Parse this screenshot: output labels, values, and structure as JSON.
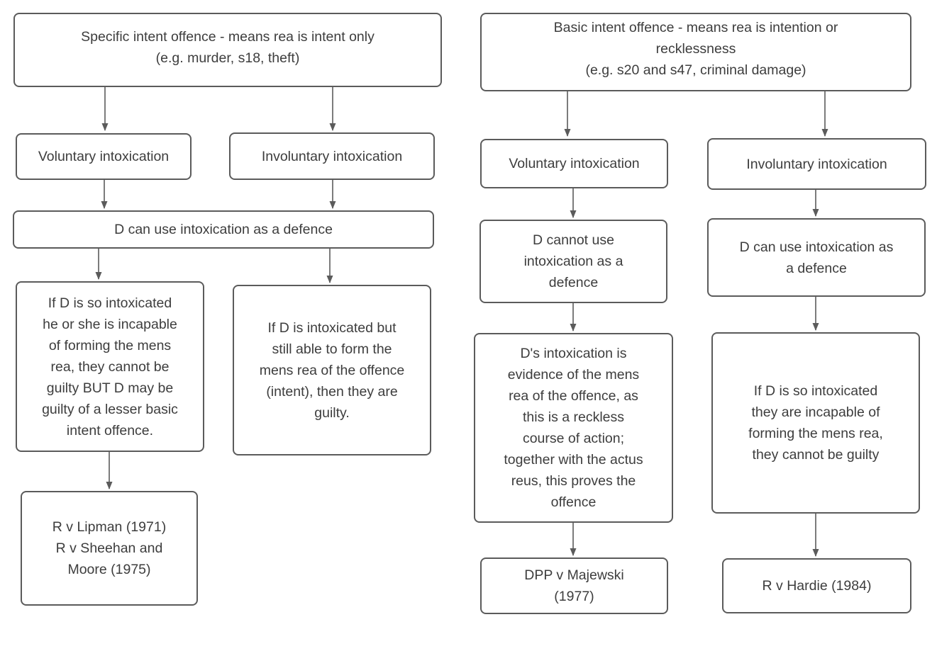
{
  "colors": {
    "background": "#ffffff",
    "box_fill": "#ffffff",
    "box_border": "#5b5b5b",
    "text": "#3d3d3d",
    "arrow": "#5b5b5b"
  },
  "left_chart": {
    "root": "Specific intent offence - means rea is intent only\n(e.g. murder, s18, theft)",
    "voluntary": "Voluntary intoxication",
    "involuntary": "Involuntary intoxication",
    "defence": "D can use intoxication as a defence",
    "incapable": "If D is so intoxicated\nhe or she is incapable\nof forming the mens\nrea, they cannot be\nguilty BUT D may be\nguilty of a lesser basic\nintent offence.",
    "capable": "If D is intoxicated but\nstill able to form the\nmens rea of the offence\n(intent), then they are\nguilty.",
    "cases": "R v Lipman (1971)\nR v Sheehan and\nMoore (1975)"
  },
  "right_chart": {
    "root": "Basic intent offence - means rea is intention or\nrecklessness\n(e.g. s20 and s47, criminal damage)",
    "voluntary": "Voluntary intoxication",
    "involuntary": "Involuntary intoxication",
    "cannot_use": "D cannot use\nintoxication as a\ndefence",
    "can_use": "D can use intoxication as\na defence",
    "evidence": "D's intoxication is\nevidence of the mens\nrea of the offence, as\nthis is a reckless\ncourse of action;\ntogether with the actus\nreus, this proves the\noffence",
    "incapable": "If D is so intoxicated\nthey are incapable of\nforming the mens rea,\nthey cannot be guilty",
    "case_majewski": "DPP v Majewski\n(1977)",
    "case_hardie": "R v Hardie (1984)"
  }
}
